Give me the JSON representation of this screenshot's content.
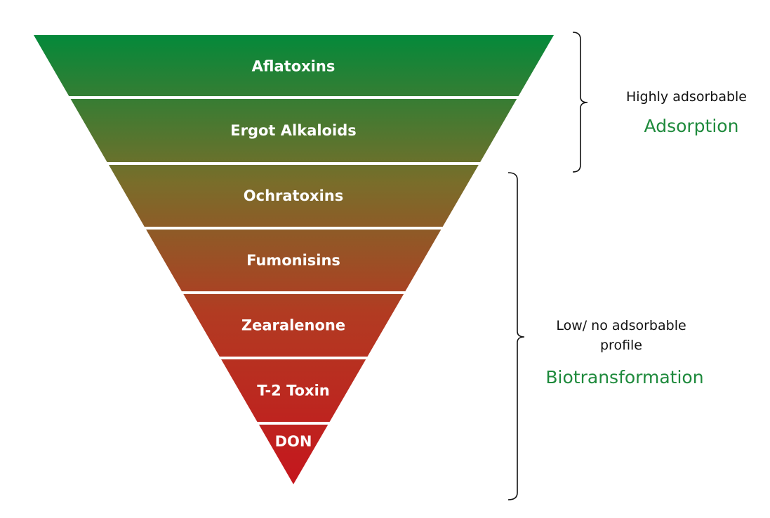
{
  "layers": [
    {
      "label": "Aflatoxins"
    },
    {
      "label": "Ergot Alkaloids"
    },
    {
      "label": "Ochratoxins"
    },
    {
      "label": "Fumonisins"
    },
    {
      "label": "Zearalenone"
    },
    {
      "label": "T-2 Toxin"
    },
    {
      "label": "DON"
    }
  ],
  "groups": {
    "adsorption": {
      "description": "Highly adsorbable",
      "title": "Adsorption"
    },
    "biotransformation": {
      "description_line1": "Low/ no adsorbable",
      "description_line2": "profile",
      "title": "Biotransformation"
    }
  },
  "colors": {
    "top": "#04893a",
    "bottom": "#c5161d",
    "separator": "#ffffff",
    "label_text": "#ffffff",
    "group_title": "#1e8a3c"
  }
}
